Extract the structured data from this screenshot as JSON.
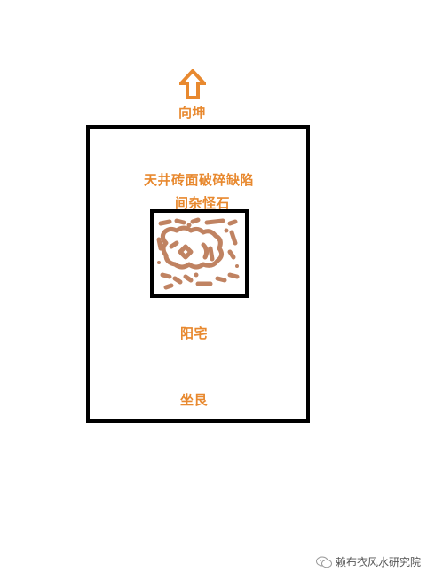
{
  "direction_label": "向坤",
  "courtyard_label_line1": "天井砖面破碎缺陷",
  "courtyard_label_line2": "间杂怪石",
  "house_label": "阳宅",
  "facing_label": "坐艮",
  "watermark": "赖布衣风水研究院",
  "colors": {
    "label": "#e8892f",
    "stone": "#c08362",
    "outline": "#000000"
  },
  "icons": [
    "up-arrow-icon",
    "wechat-icon",
    "broken-stones-icon"
  ]
}
